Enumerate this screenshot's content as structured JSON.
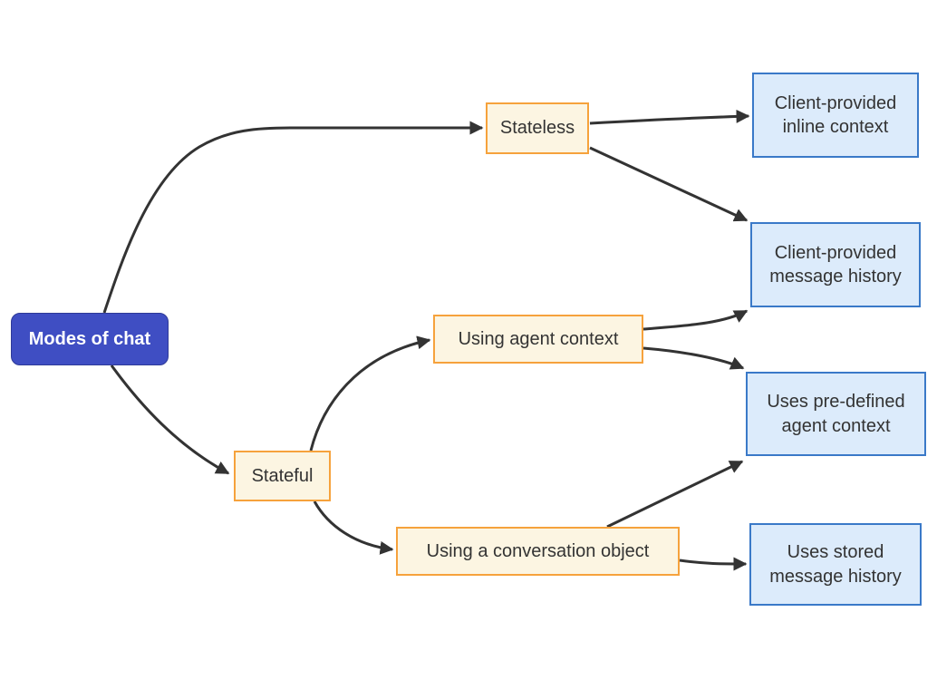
{
  "diagram": {
    "type": "flowchart",
    "direction": "left-to-right",
    "background_color": "#ffffff",
    "edge_color": "#333333",
    "styles": {
      "root": {
        "fill": "#3F4EC3",
        "border": "#2E3A98",
        "text": "#FFFFFF"
      },
      "branch": {
        "fill": "#FCF5E2",
        "border": "#F6A23C",
        "text": "#333333"
      },
      "leaf": {
        "fill": "#DCEBFB",
        "border": "#3A79C8",
        "text": "#333333"
      }
    },
    "nodes": {
      "modes_of_chat": {
        "label": "Modes of chat",
        "kind": "root"
      },
      "stateless": {
        "label": "Stateless",
        "kind": "branch"
      },
      "stateful": {
        "label": "Stateful",
        "kind": "branch"
      },
      "using_agent_context": {
        "label": "Using agent context",
        "kind": "branch"
      },
      "using_conversation_object": {
        "label": "Using a conversation object",
        "kind": "branch"
      },
      "client_inline_context": {
        "label": "Client-provided\ninline context",
        "kind": "leaf"
      },
      "client_message_history": {
        "label": "Client-provided\nmessage history",
        "kind": "leaf"
      },
      "predefined_agent_context": {
        "label": "Uses pre-defined\nagent context",
        "kind": "leaf"
      },
      "stored_message_history": {
        "label": "Uses stored\nmessage history",
        "kind": "leaf"
      }
    },
    "edges": [
      {
        "from": "modes_of_chat",
        "to": "stateless"
      },
      {
        "from": "modes_of_chat",
        "to": "stateful"
      },
      {
        "from": "stateless",
        "to": "client_inline_context"
      },
      {
        "from": "stateless",
        "to": "client_message_history"
      },
      {
        "from": "stateful",
        "to": "using_agent_context"
      },
      {
        "from": "stateful",
        "to": "using_conversation_object"
      },
      {
        "from": "using_agent_context",
        "to": "client_message_history"
      },
      {
        "from": "using_agent_context",
        "to": "predefined_agent_context"
      },
      {
        "from": "using_conversation_object",
        "to": "predefined_agent_context"
      },
      {
        "from": "using_conversation_object",
        "to": "stored_message_history"
      }
    ]
  }
}
